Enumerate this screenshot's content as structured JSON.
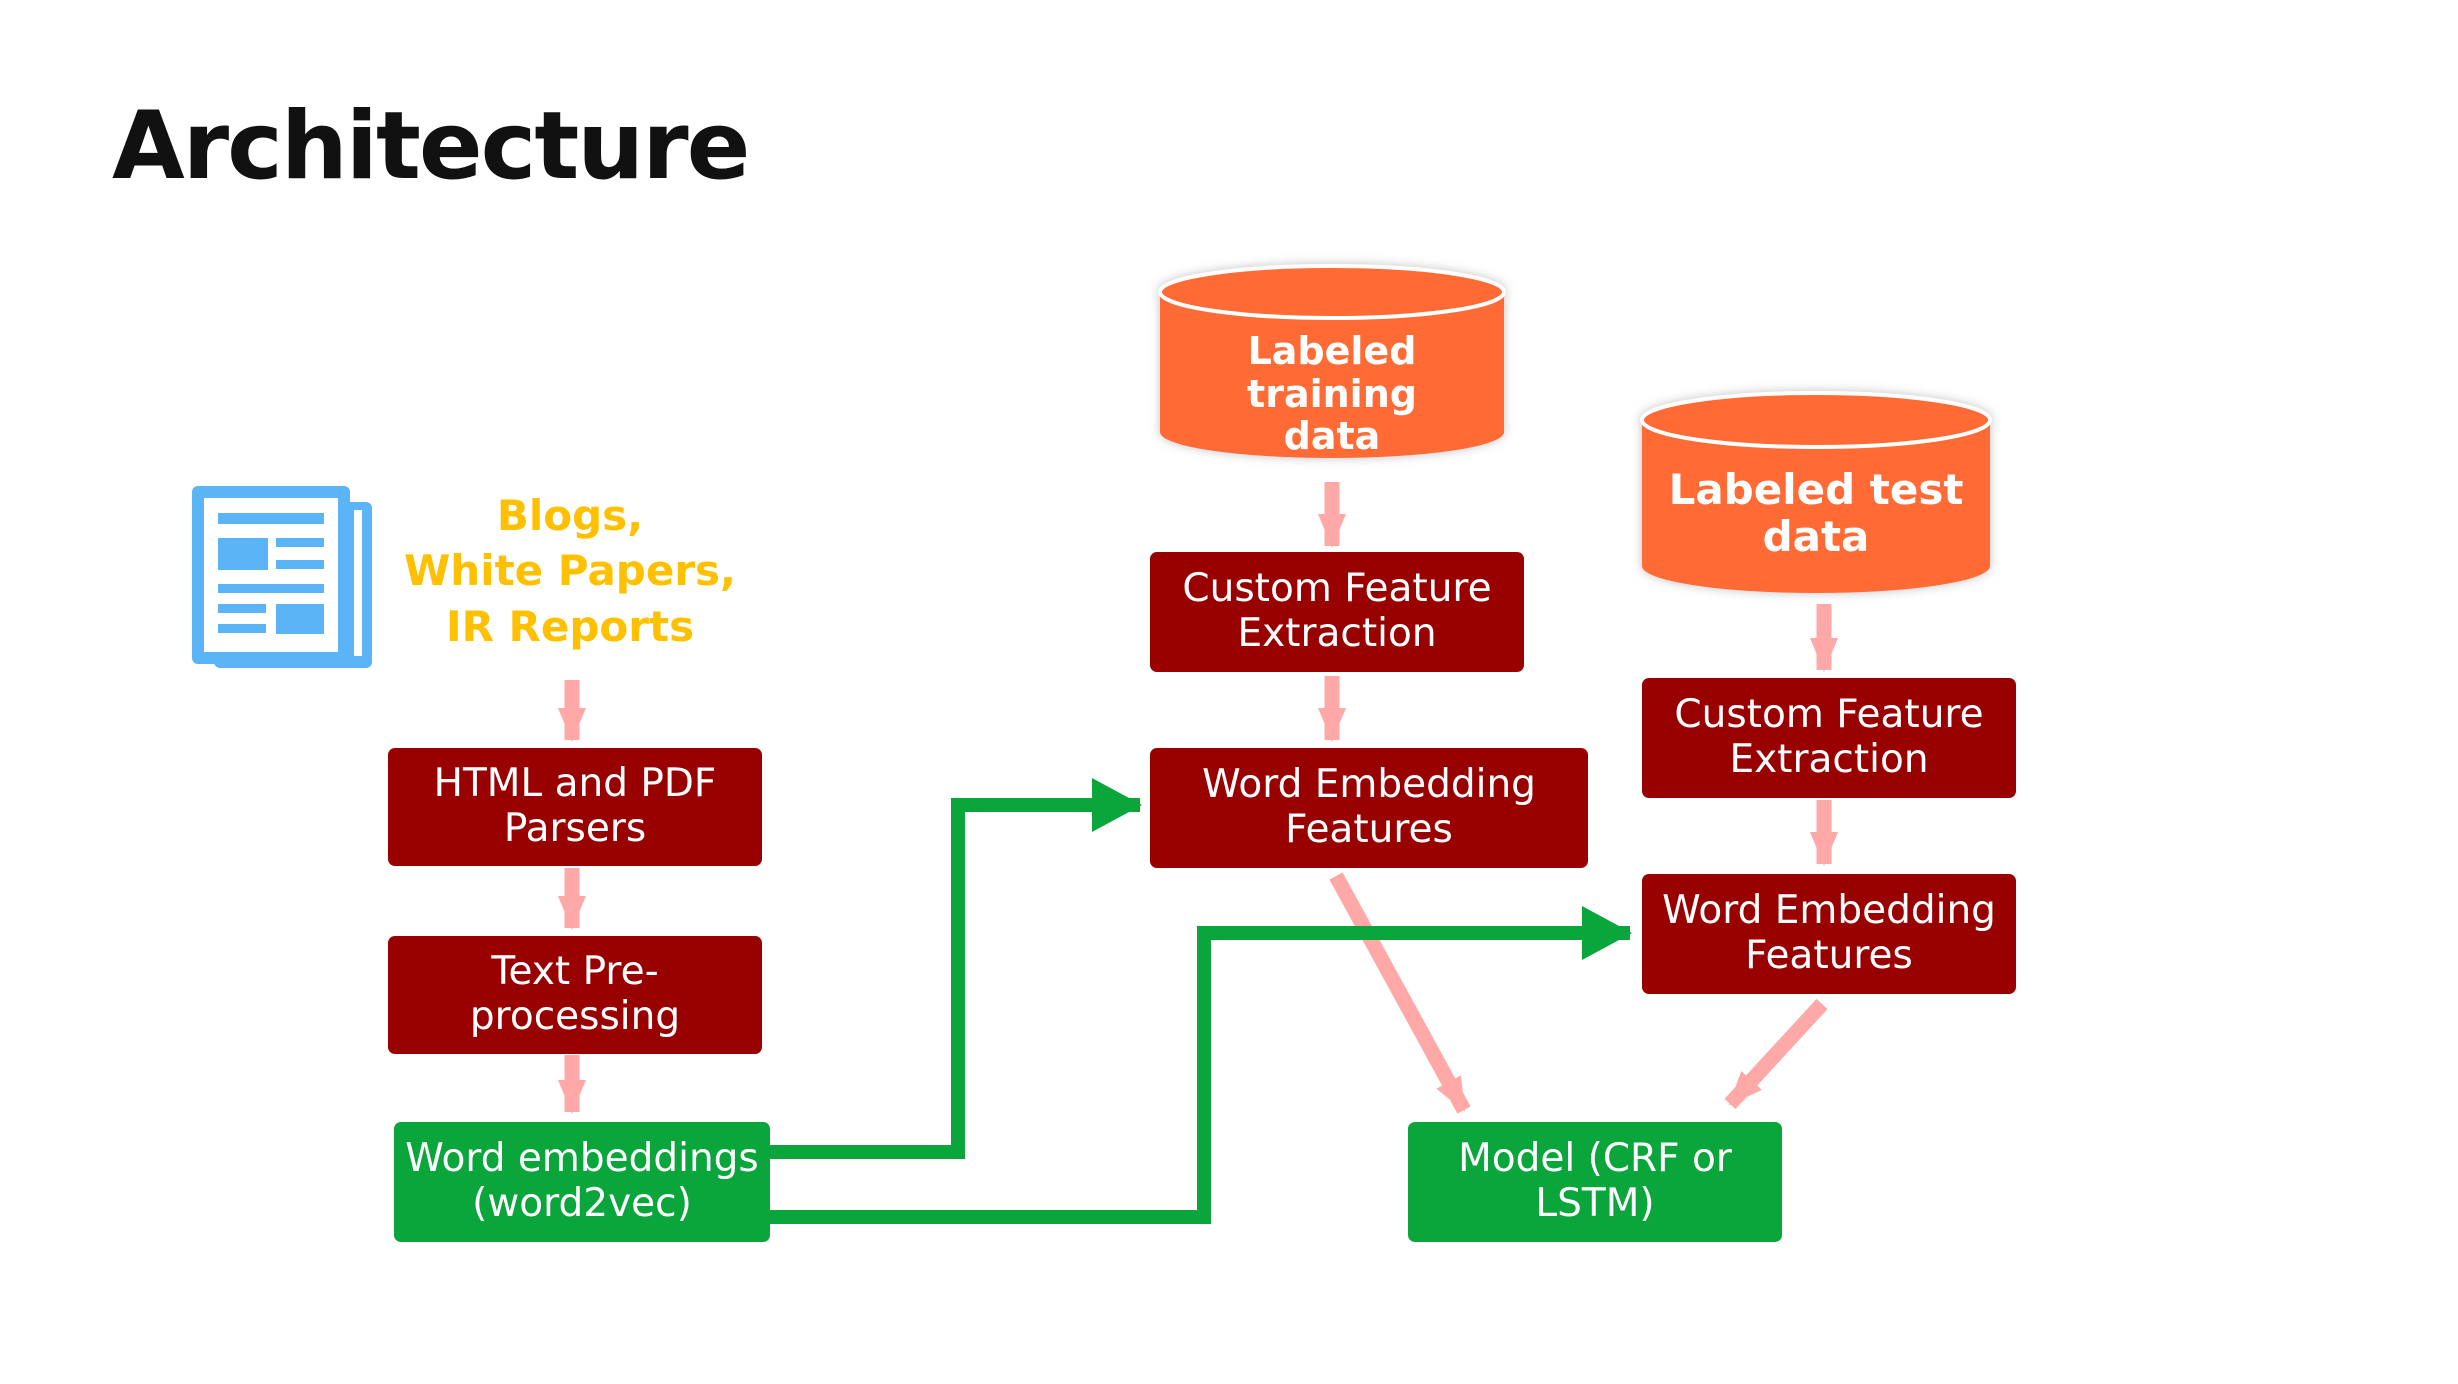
{
  "title": "Architecture",
  "colors": {
    "dark_red": "#990000",
    "green": "#0AA63C",
    "orange": "#FF6B35",
    "yellow_text": "#FFC000",
    "pink_arrow": "#FFA8A8",
    "doc_icon_blue": "#5BB4F6"
  },
  "icons": {
    "document": "newspaper-document-icon"
  },
  "sources_text": "Blogs,\nWhite Papers,\nIR Reports",
  "databases": {
    "training": "Labeled\ntraining\ndata",
    "test": "Labeled test\ndata"
  },
  "pipeline": {
    "parsers": "HTML and PDF\nParsers",
    "preprocessing": "Text Pre-\nprocessing",
    "word_embeddings": "Word embeddings\n(word2vec)"
  },
  "training_branch": {
    "feature_extraction": "Custom Feature\nExtraction",
    "embedding_features": "Word Embedding\nFeatures"
  },
  "test_branch": {
    "feature_extraction": "Custom Feature\nExtraction",
    "embedding_features": "Word Embedding\nFeatures"
  },
  "model": "Model (CRF or\nLSTM)"
}
